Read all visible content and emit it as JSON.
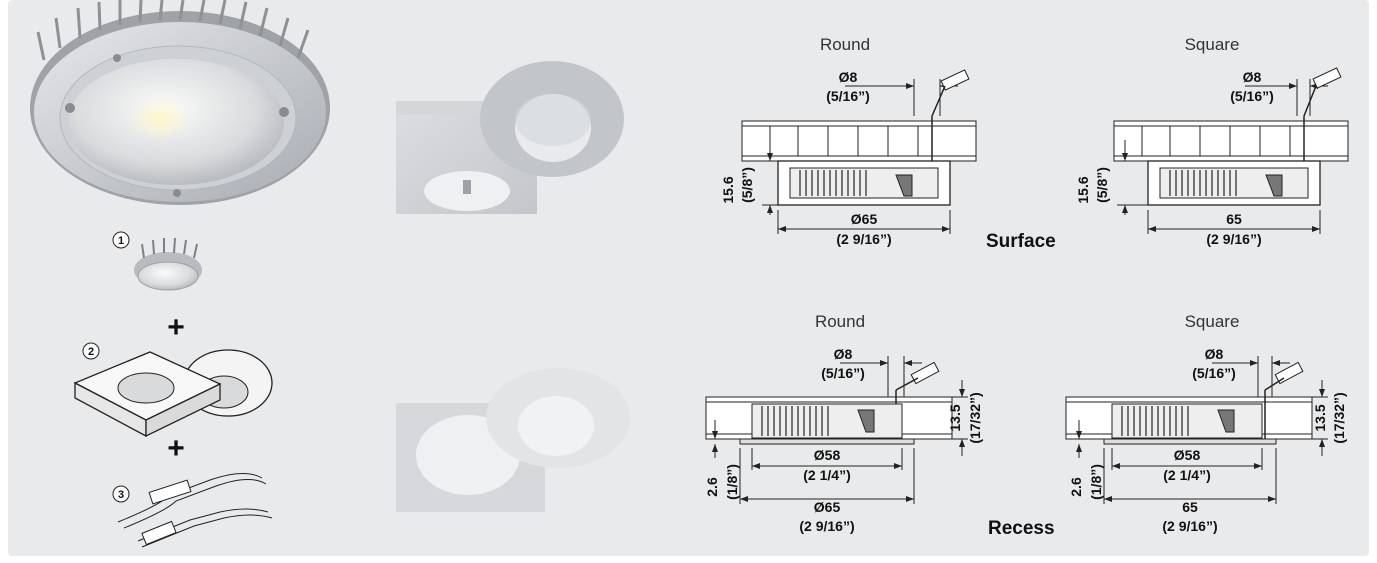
{
  "components": {
    "step1": "1",
    "step2": "2",
    "step3": "3",
    "plus": "+"
  },
  "diagrams": {
    "surface": {
      "label": "Surface",
      "round": {
        "title": "Round",
        "cable_dia": "Ø8",
        "cable_dia_in": "(5/16”)",
        "height": "15.6",
        "height_in": "(5/8”)",
        "outer": "Ø65",
        "outer_in": "(2 9/16”)"
      },
      "square": {
        "title": "Square",
        "cable_dia": "Ø8",
        "cable_dia_in": "(5/16”)",
        "height": "15.6",
        "height_in": "(5/8”)",
        "outer": "65",
        "outer_in": "(2 9/16”)"
      }
    },
    "recess": {
      "label": "Recess",
      "round": {
        "title": "Round",
        "cable_dia": "Ø8",
        "cable_dia_in": "(5/16”)",
        "depth": "13.5",
        "depth_in": "(17/32”)",
        "flange": "2.6",
        "flange_in": "(1/8”)",
        "cutout": "Ø58",
        "cutout_in": "(2 1/4”)",
        "outer": "Ø65",
        "outer_in": "(2 9/16”)"
      },
      "square": {
        "title": "Square",
        "cable_dia": "Ø8",
        "cable_dia_in": "(5/16”)",
        "depth": "13.5",
        "depth_in": "(17/32”)",
        "flange": "2.6",
        "flange_in": "(1/8”)",
        "cutout": "Ø58",
        "cutout_in": "(2 1/4”)",
        "outer": "65",
        "outer_in": "(2 9/16”)"
      }
    }
  },
  "colors": {
    "panel_bg": "#e9eaeb",
    "metal": "#c9ccd0",
    "line": "#222222"
  }
}
